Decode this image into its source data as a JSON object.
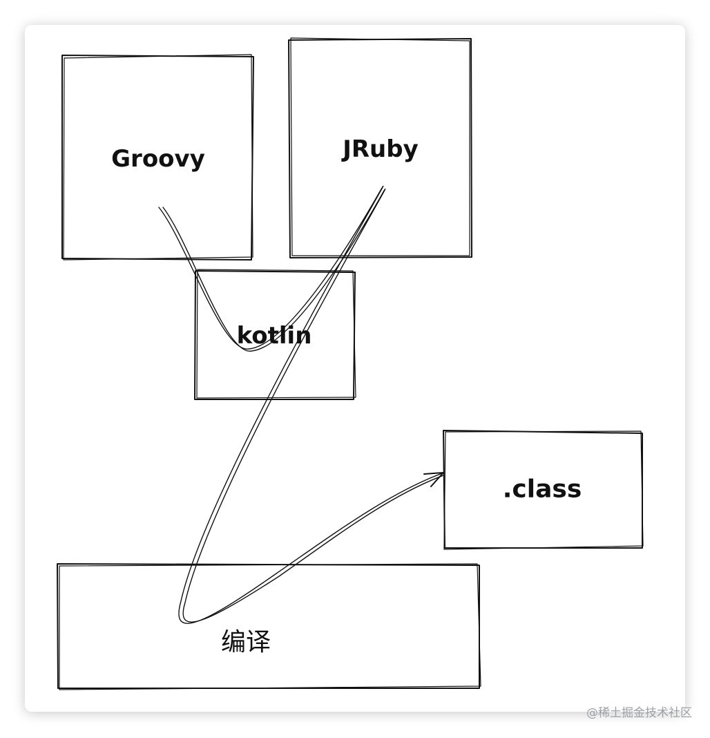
{
  "diagram": {
    "nodes": {
      "groovy": "Groovy",
      "jruby": "JRuby",
      "kotlin": "kotlin",
      "class": ".class",
      "compile": "编译"
    }
  },
  "watermark": "@稀土掘金技术社区",
  "colors": {
    "stroke": "#111111",
    "watermark": "#9aa0a6"
  }
}
